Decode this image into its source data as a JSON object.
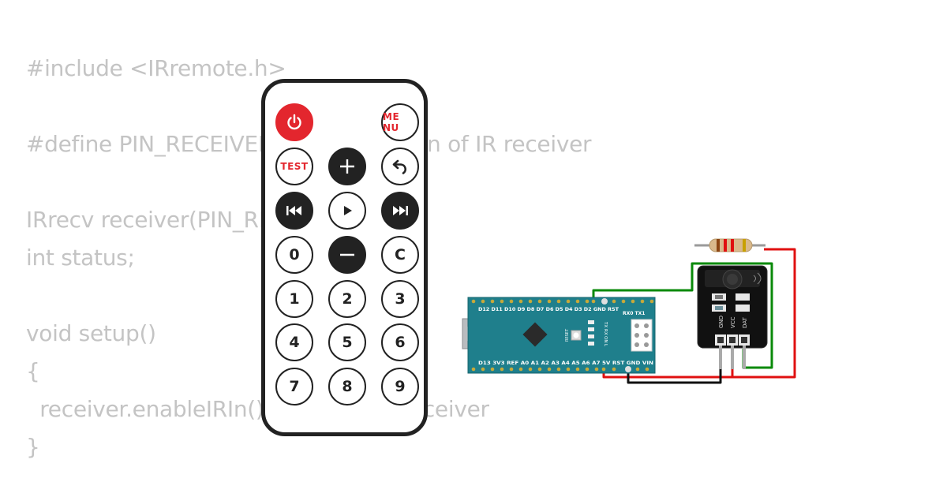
{
  "code_lines": [
    "#include <IRremote.h>",
    "#define PIN_RECEIVER 2   // Signal Pin of IR receiver",
    "IRrecv receiver(PIN_RECEIVER);",
    "int status;",
    "void setup()",
    "{",
    "  receiver.enableIRIn(); // Start the receiver",
    "}"
  ],
  "remote": {
    "menu_label": "ME NU",
    "test_label": "TEST",
    "clear_label": "C",
    "digits": [
      "0",
      "1",
      "2",
      "3",
      "4",
      "5",
      "6",
      "7",
      "8",
      "9"
    ],
    "power_color": "#e3262e"
  },
  "board": {
    "top_pins": "D12 D11 D10 D9  D8  D7  D6  D5  D4  D3  D2  GND RST",
    "top_right": "RX0 TX1",
    "bottom_pins": "D13 3V3 REF A0  A1  A2  A3  A4  A5  A6  A7  5V  RST GND VIN",
    "reset_label": "RESET",
    "led_labels": [
      "TX",
      "RX",
      "ON",
      "L"
    ],
    "color": "#1f7f8c"
  },
  "ir_module": {
    "pin_labels": [
      "GND",
      "VCC",
      "DAT"
    ]
  },
  "wire_colors": {
    "signal": "#0a8a0a",
    "power": "#e01010",
    "ground": "#111111"
  }
}
